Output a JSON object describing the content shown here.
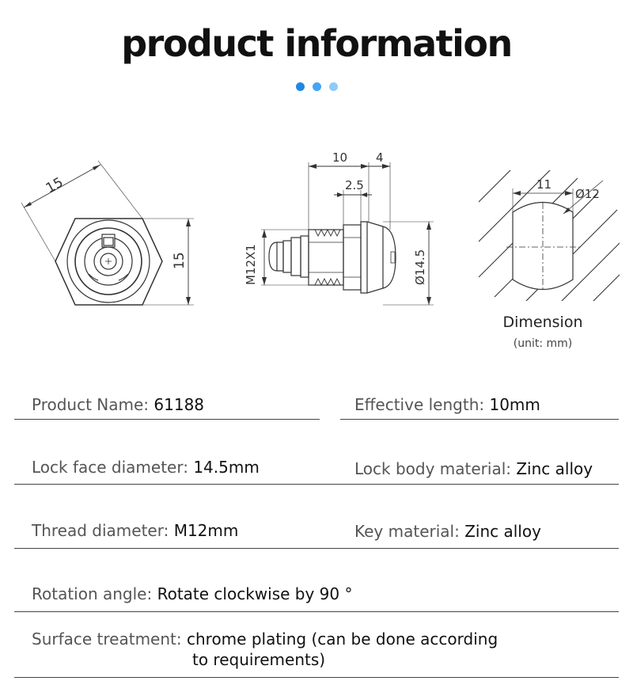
{
  "header": {
    "title": "product information",
    "dot_colors": [
      "#1e88e5",
      "#42a5f5",
      "#90caf9"
    ]
  },
  "drawings": {
    "front_view": {
      "dim_top": "15",
      "dim_right": "15"
    },
    "side_view": {
      "dim_a": "10",
      "dim_b": "4",
      "dim_c": "2.5",
      "thread": "M12X1",
      "face": "Ø14.5"
    },
    "cutout_view": {
      "dim_width": "11",
      "dim_dia": "Ø12"
    },
    "dimension_label": "Dimension",
    "unit_label": "(unit:  mm)"
  },
  "specs": {
    "product_name": {
      "label": "Product Name:",
      "value": "61188"
    },
    "effective_length": {
      "label": "Effective length:",
      "value": "10mm"
    },
    "face_diameter": {
      "label": "Lock face diameter:",
      "value": "14.5mm"
    },
    "body_material": {
      "label": "Lock body material:",
      "value": "Zinc alloy"
    },
    "thread_diameter": {
      "label": "Thread diameter:",
      "value": "M12mm"
    },
    "key_material": {
      "label": "Key material:",
      "value": "Zinc alloy"
    },
    "rotation_angle": {
      "label": "Rotation angle:",
      "value": "Rotate clockwise by 90 °"
    },
    "surface_treatment": {
      "label": "Surface treatment:",
      "value_line1": "chrome plating (can be done according",
      "value_line2": "to requirements)"
    }
  }
}
